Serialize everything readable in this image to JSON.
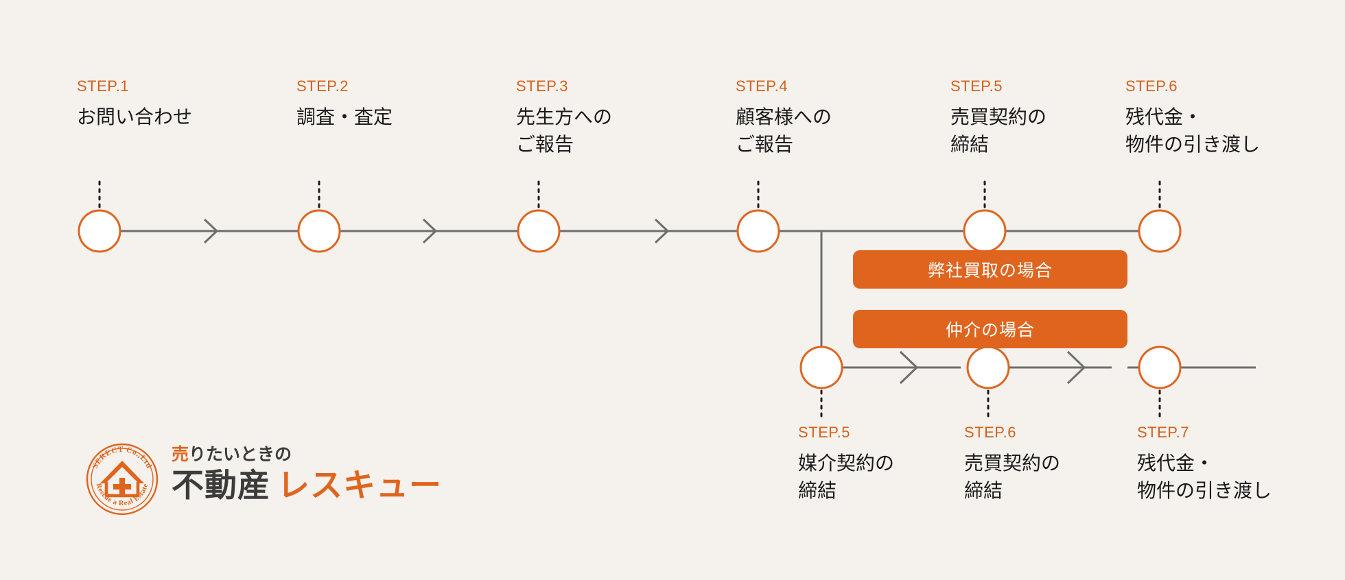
{
  "theme": {
    "background": "#F5F1ED",
    "accent_orange": "#DF651F",
    "label_orange": "#D4621C",
    "line_gray": "#6E6E6E",
    "node_fill": "#FFFFFF",
    "text_dark": "#1A1A1A",
    "pill_text": "#FFFFFF"
  },
  "flow": {
    "main_steps": [
      {
        "number": "STEP.1",
        "title": "お問い合わせ",
        "node": "node-step-1"
      },
      {
        "number": "STEP.2",
        "title": "調査・査定",
        "node": "node-step-2"
      },
      {
        "number": "STEP.3",
        "title": "先生方への\nご報告",
        "node": "node-step-3"
      },
      {
        "number": "STEP.4",
        "title": "顧客様への\nご報告",
        "node": "node-step-4"
      }
    ],
    "branch_purchase": {
      "pill_label": "弊社買取の場合",
      "steps": [
        {
          "number": "STEP.5",
          "title": "売買契約の\n締結",
          "node": "node-purchase-step-5"
        },
        {
          "number": "STEP.6",
          "title": "残代金・\n物件の引き渡し",
          "node": "node-purchase-step-6"
        }
      ]
    },
    "branch_brokerage": {
      "pill_label": "仲介の場合",
      "steps": [
        {
          "number": "STEP.5",
          "title": "媒介契約の\n締結",
          "node": "node-brokerage-step-5"
        },
        {
          "number": "STEP.6",
          "title": "売買契約の\n締結",
          "node": "node-brokerage-step-6"
        },
        {
          "number": "STEP.7",
          "title": "残代金・\n物件の引き渡し",
          "node": "node-brokerage-step-7"
        }
      ]
    }
  },
  "logo": {
    "seal_top_text": "SERECT Co.,Ltd",
    "seal_bottom_text": "Rescue a Real Estate",
    "seal_icon": "house-with-cross-icon",
    "tagline_plain_a": "売",
    "tagline_plain_b": "りたいときの",
    "name_dark": "不動産",
    "name_orange": "レスキュー"
  }
}
